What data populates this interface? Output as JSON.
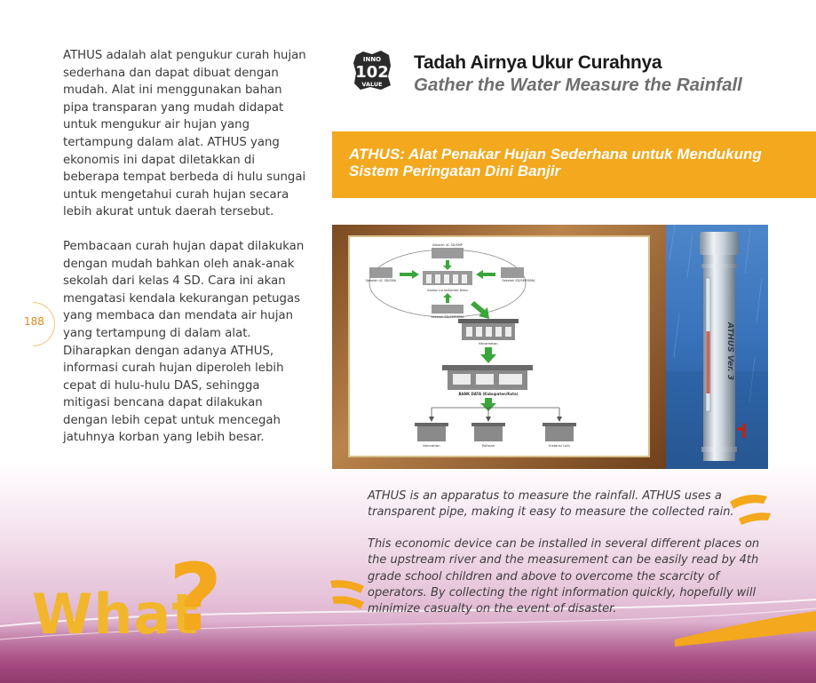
{
  "page_number": "188",
  "left_column": {
    "para1": "ATHUS adalah alat pengukur curah hujan sederhana dan dapat dibuat dengan mudah. Alat ini menggunakan bahan pipa transparan yang mudah didapat untuk mengukur air hujan yang tertampung dalam alat. ATHUS yang ekonomis ini dapat diletakkan di beberapa tempat berbeda di hulu sungai untuk mengetahui curah hujan secara lebih akurat untuk daerah tersebut.",
    "para2": "Pembacaan curah hujan dapat dilakukan dengan mudah bahkan oleh anak-anak sekolah dari kelas 4 SD. Cara ini akan mengatasi kendala kekurangan petugas yang membaca dan mendata air hujan yang tertampung di dalam alat. Diharapkan dengan adanya ATHUS, informasi curah hujan diperoleh lebih cepat di hulu-hulu DAS, sehingga mitigasi bencana dapat dilakukan dengan lebih cepat untuk mencegah jatuhnya korban yang lebih besar."
  },
  "logo": {
    "line1": "INNO",
    "line2": "102",
    "line3": "VALUE"
  },
  "header": {
    "title": "Tadah Airnya Ukur Curahnya",
    "subtitle": "Gather the Water Measure the Rainfall"
  },
  "banner": {
    "text": "ATHUS: Alat Penakar Hujan Sederhana untuk Mendukung Sistem Peringatan Dini Banjir"
  },
  "diagram": {
    "center_label": "Kantor Lurah/Kantor Desa",
    "node_top": "Sekolah 4C SD/SMP",
    "node_left": "Sekolah 4C SD/SMA",
    "node_right": "Sekolah SD/SMP/SMA",
    "node_bottom": "Sekolah SD/SMP/SMA",
    "kecamatan": "Kecamatan",
    "bank_data": "BANK DATA (Kabupaten/Kota)",
    "out1": "Kelurahan",
    "out2": "Polisian",
    "out3": "Instansi Lain"
  },
  "device_label": "ATHUS Ver. 3",
  "english": {
    "para1": "ATHUS is an apparatus to measure the rainfall. ATHUS uses a transparent pipe, making it easy to measure the collected rain.",
    "para2": "This economic device can be installed in several different places on the upstream river and the measurement can be easily read by 4th grade school children and above to overcome the scarcity of operators. By collecting the right information quickly, hopefully will minimize casualty on the event of disaster."
  },
  "big_word": {
    "word": "What",
    "mark": "?"
  },
  "colors": {
    "accent": "#f3a81d",
    "purple": "#a5487f",
    "text": "#3b3b3b"
  }
}
